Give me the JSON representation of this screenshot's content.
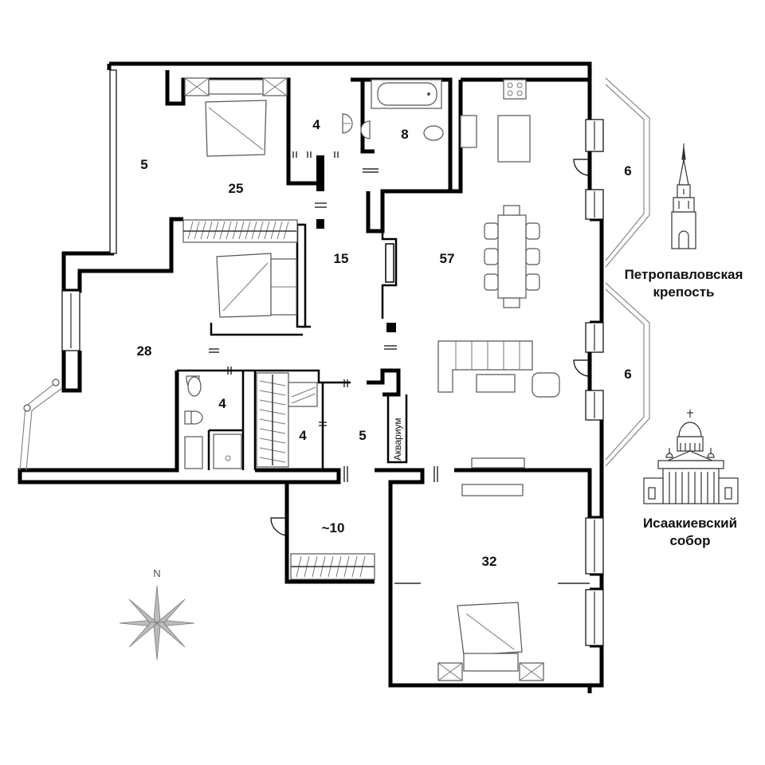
{
  "rooms": {
    "balcony_west": "5",
    "bedroom_north": "25",
    "wc_north": "4",
    "bathroom": "8",
    "kitchen_living": "57",
    "hall": "15",
    "bedroom_west": "28",
    "bathroom_small": "4",
    "closet": "4",
    "corridor": "5",
    "storage": "~10",
    "bedroom_south": "32",
    "bay_north": "6",
    "bay_south": "6"
  },
  "aquarium_label": "Аквариум",
  "landmarks": {
    "fortress_line1": "Петропавловская",
    "fortress_line2": "крепость",
    "cathedral_line1": "Исаакиевский",
    "cathedral_line2": "собор"
  },
  "compass": {
    "north": "N"
  },
  "icons": [
    "fortress-spire-icon",
    "cathedral-icon",
    "compass-rose-icon"
  ]
}
